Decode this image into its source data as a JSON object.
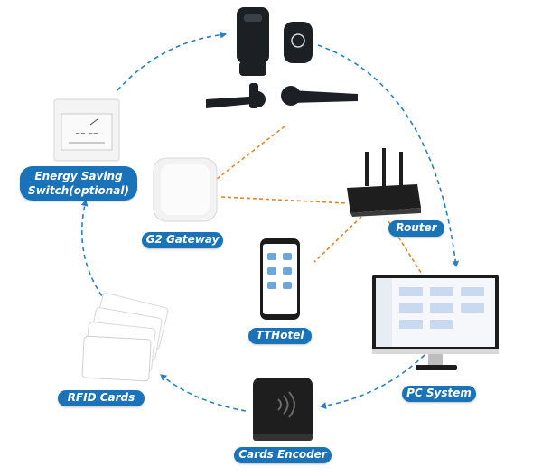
{
  "labels": {
    "energy_line1": "Energy Saving",
    "energy_line2": "Switch(optional)",
    "gateway": "G2 Gateway",
    "router": "Router",
    "tthotel": "TTHotel",
    "pc_system": "PC System",
    "rfid_cards": "RFID Cards",
    "cards_encoder": "Cards Encoder"
  },
  "colors": {
    "label_bg": "#1a73b8",
    "label_text": "#ffffff",
    "cycle_arrow": "#2a7fc1",
    "network_link": "#e0862a"
  },
  "icons": [
    "door-lock-icon",
    "energy-switch-icon",
    "gateway-icon",
    "router-icon",
    "phone-icon",
    "pc-monitor-icon",
    "rfid-cards-icon",
    "card-encoder-icon"
  ]
}
